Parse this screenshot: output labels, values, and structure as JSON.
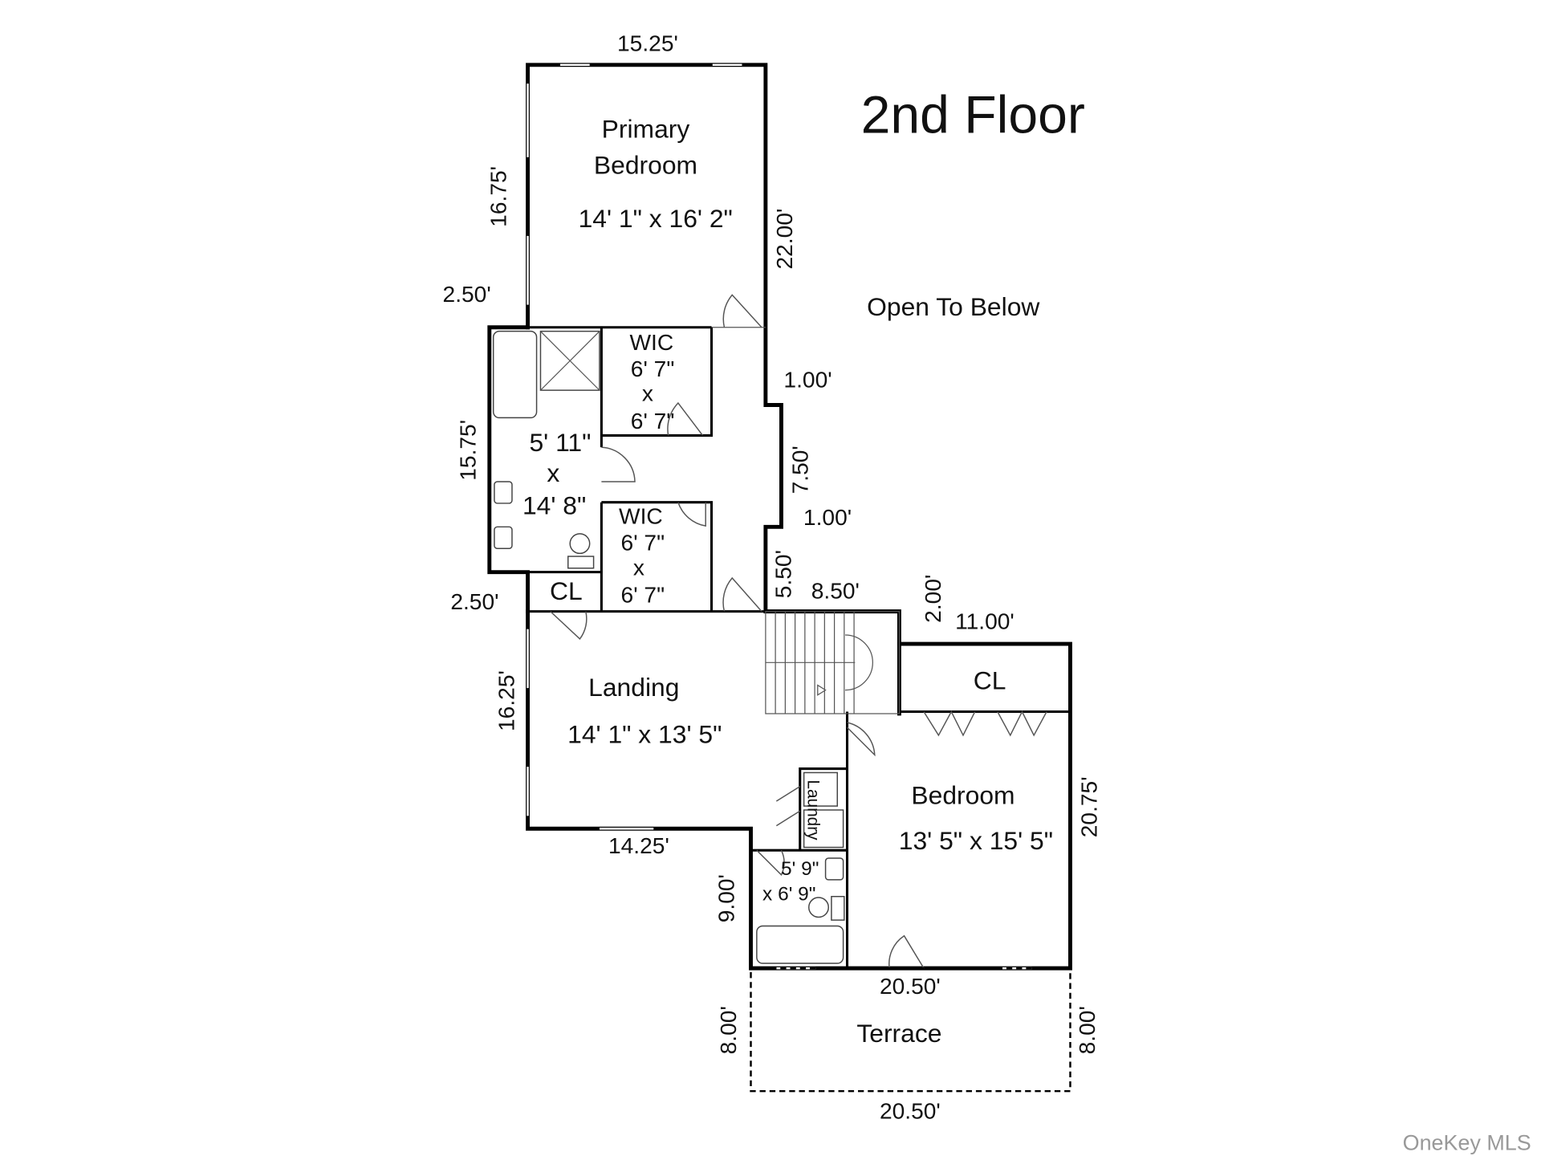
{
  "title": "2nd Floor",
  "open_to_below": "Open To Below",
  "rooms": {
    "primary_bedroom": {
      "name_line1": "Primary",
      "name_line2": "Bedroom",
      "size": "14' 1\" x 16' 2\""
    },
    "wic_upper": {
      "name": "WIC",
      "w": "6' 7\"",
      "x": "x",
      "h": "6' 7\""
    },
    "wic_lower": {
      "name": "WIC",
      "w": "6' 7\"",
      "x": "x",
      "h": "6' 7\""
    },
    "primary_bath": {
      "w": "5' 11\"",
      "x": "x",
      "h": "14' 8\""
    },
    "closet_left": {
      "name": "CL"
    },
    "closet_right": {
      "name": "CL"
    },
    "landing": {
      "name": "Landing",
      "size": "14' 1\" x 13' 5\""
    },
    "laundry": {
      "name": "Laundry"
    },
    "hall_bath": {
      "w": "5' 9\"",
      "h": "x 6' 9\""
    },
    "bedroom": {
      "name": "Bedroom",
      "size": "13' 5\" x 15' 5\""
    },
    "terrace": {
      "name": "Terrace"
    }
  },
  "dimensions": {
    "top": "15.25'",
    "primary_left": "16.75'",
    "primary_right": "22.00'",
    "bath_offset_top": "2.50'",
    "step_1": "1.00'",
    "bath_left": "15.75'",
    "step_mid": "7.50'",
    "step_2": "1.00'",
    "right_lower": "5.50'",
    "bath_offset_bottom": "2.50'",
    "stair_top": "8.50'",
    "stair_step": "2.00'",
    "bedroom_top": "11.00'",
    "landing_left": "16.25'",
    "bedroom_right": "20.75'",
    "landing_bottom": "14.25'",
    "hall_bath_left": "9.00'",
    "bedroom_bottom": "20.50'",
    "terrace_left": "8.00'",
    "terrace_right": "8.00'",
    "terrace_bottom": "20.50'"
  },
  "watermark": "OneKey MLS"
}
